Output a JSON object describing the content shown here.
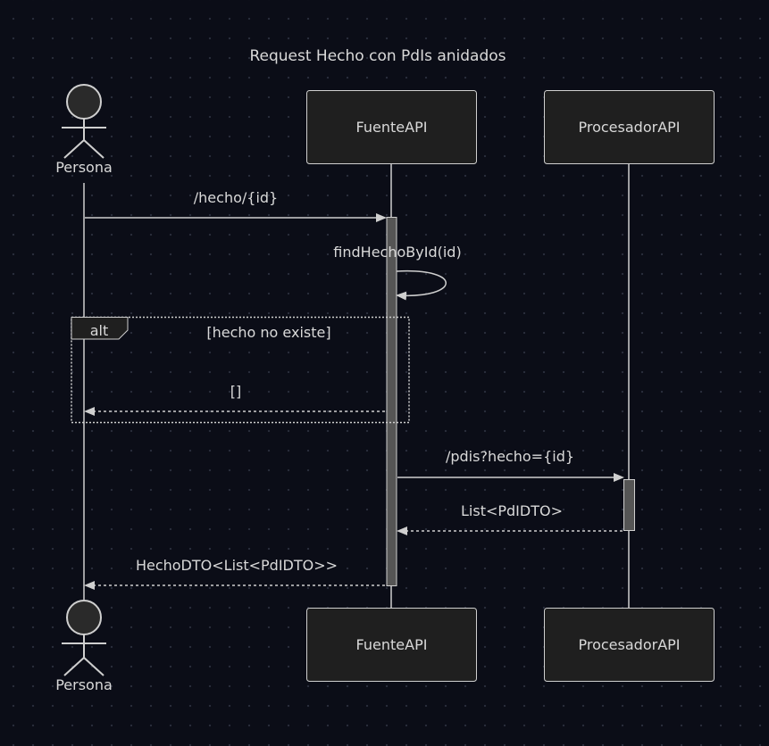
{
  "diagram": {
    "title": "Request Hecho con PdIs anidados",
    "participants": {
      "persona": "Persona",
      "fuente": "FuenteAPI",
      "procesador": "ProcesadorAPI"
    },
    "messages": {
      "request": "/hecho/{id}",
      "self_call": "findHechoById(id)",
      "alt_return": "[]",
      "pdis_request": "/pdis?hecho={id}",
      "pdis_response": "List<PdIDTO>",
      "final_response": "HechoDTO<List<PdIDTO>>"
    },
    "alt": {
      "keyword": "alt",
      "condition": "[hecho no existe]"
    }
  },
  "colors": {
    "background": "#0b0d17",
    "line": "#cfcfcf",
    "box_fill": "#1f1f1f",
    "activation": "#555555",
    "text": "#d9d9d9"
  }
}
